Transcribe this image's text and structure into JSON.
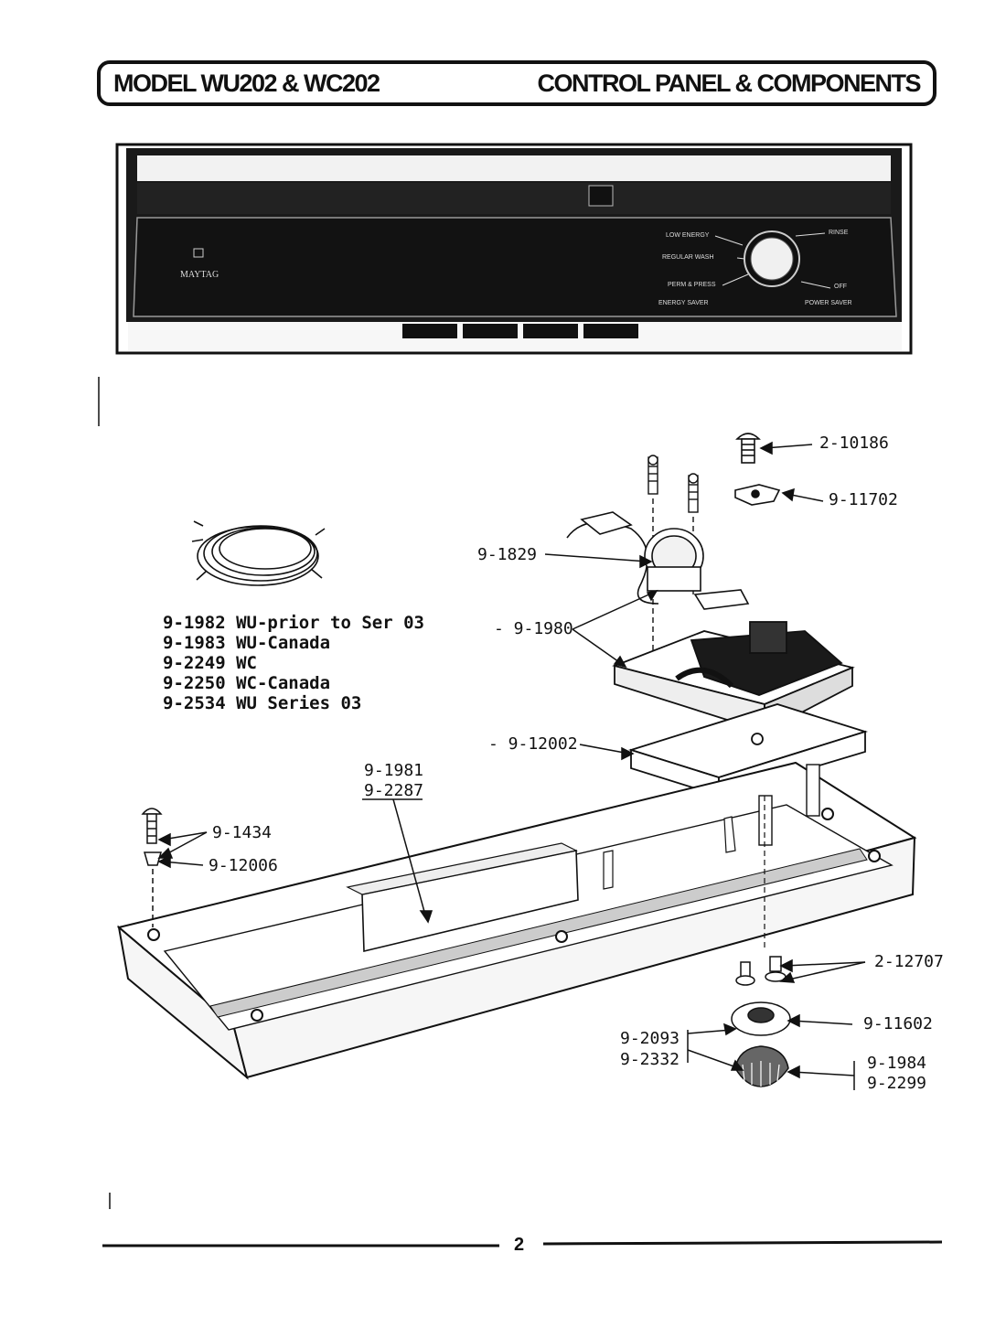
{
  "header": {
    "left_title": "MODEL WU202 & WC202",
    "right_title": "CONTROL PANEL & COMPONENTS"
  },
  "panel_photo": {
    "brand": "MAYTAG",
    "dial_labels": [
      "LOW ENERGY",
      "REGULAR WASH",
      "PERM & PRESS",
      "ENERGY SAVER",
      "RINSE",
      "OFF",
      "POWER SAVER"
    ]
  },
  "callouts": [
    {
      "id": "2-10186",
      "text": "2-10186"
    },
    {
      "id": "9-11702",
      "text": "9-11702"
    },
    {
      "id": "9-1829",
      "text": "9-1829"
    },
    {
      "id": "9-1980",
      "text": "- 9-1980"
    },
    {
      "id": "9-12002",
      "text": "- 9-12002"
    },
    {
      "id": "9-1981",
      "text": "9-1981"
    },
    {
      "id": "9-2287",
      "text": "9-2287"
    },
    {
      "id": "9-1434",
      "text": "9-1434"
    },
    {
      "id": "9-12006",
      "text": "9-12006"
    },
    {
      "id": "2-12707",
      "text": "2-12707"
    },
    {
      "id": "9-11602",
      "text": "9-11602"
    },
    {
      "id": "9-2093",
      "text": "9-2093"
    },
    {
      "id": "9-2332",
      "text": "9-2332"
    },
    {
      "id": "9-1984",
      "text": "9-1984"
    },
    {
      "id": "9-2299",
      "text": "9-2299"
    }
  ],
  "wire_harness_list": [
    "9-1982 WU-prior to Ser 03",
    "9-1983 WU-Canada",
    "9-2249 WC",
    "9-2250 WC-Canada",
    "9-2534 WU Series 03"
  ],
  "footer": {
    "page_number": "2"
  }
}
